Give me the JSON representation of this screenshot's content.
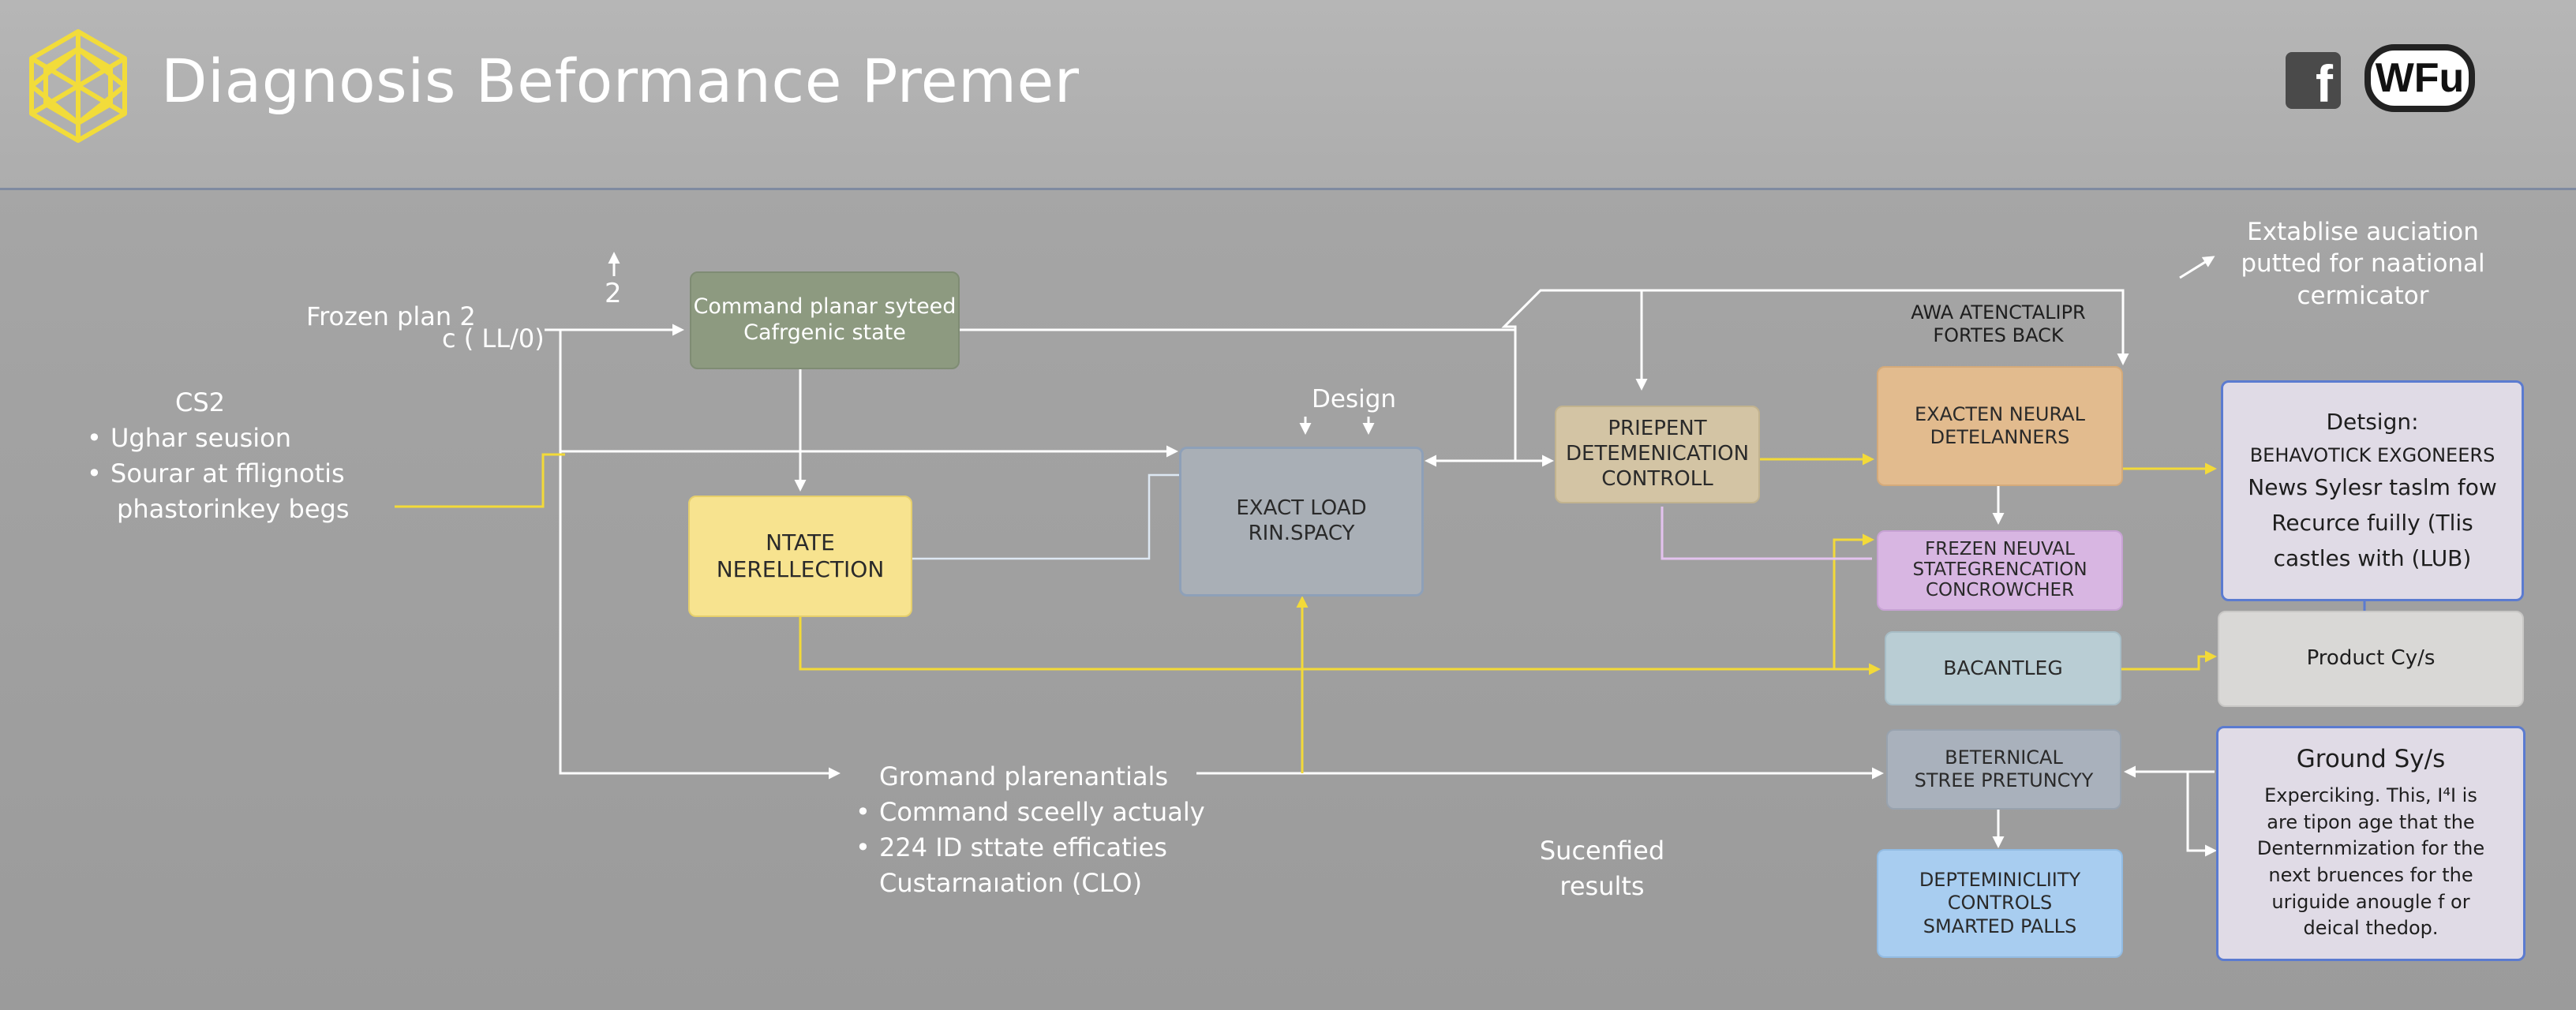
{
  "header": {
    "title": "Diagnosis Beformance Premer",
    "facebook_glyph": "f",
    "badge_text": "WFu"
  },
  "left_labels": {
    "frozen_plan": "Frozen plan 2",
    "frozen_sub": "c ( LL/0)",
    "arrow_number": "2",
    "cs2_title": "CS2",
    "cs2_items": [
      "Ughar seusion",
      "Sourar at fflignotis"
    ],
    "cs2_cont": "phastorinkey begs"
  },
  "boxes": {
    "command_planar": "Command planar syteed\nCafrgenic state",
    "ntate": "NTATE\nNERELLECTION",
    "exact_load": "EXACT LOAD\nRIN.SPACY",
    "priepent": "PRIEPENT\nDETEMENICATION\nCONTROLL",
    "exacten": "EXACTEN NEURAL\nDETELANNERS",
    "frezen": "FREZEN NEUVAL\nSTATEGRENCATION\nCONCROWCHER",
    "bacantleg": "BACANTLEG",
    "beternical": "BETERNICAL\nSTREE PRETUNCYY",
    "deptem": "DEPTEMINICLIITY\nCONTROLS\nSMARTED PALLS",
    "design_card_title": "Detsign:",
    "design_card_head": "BEHAVOTICK EXGONEERS",
    "design_card_body": "News Sylesr taslm fow\nRecurce fuilly (Tlis\ncastles with (LUB)",
    "product": "Product Cy/s",
    "ground_title": "Ground Sy/s",
    "ground_body": "Experciking. This, I⁴I is\nare tipon age that the\nDenternmization for the\nnext  bruences for the\nuriguide anougle f or\ndeical thedop."
  },
  "labels": {
    "design": "Design",
    "awa": "AWA ATENCTALIPR\nFORTES BACK",
    "extablise": "Extablise auciation\nputted for naational\ncermicator",
    "gromand_title": "Gromand plarenantials",
    "gromand_items": [
      "Command sceelly actualy",
      "224 ID sttate efficaties"
    ],
    "gromand_cont": "Custarnaıation (CLO)",
    "sucenfied": "Sucenfied\nresults"
  },
  "colors": {
    "header_bg": "#b3b3b3",
    "canvas_bg": "#a2a2a2",
    "logo_yellow": "#f2dc3a",
    "connector_white": "#ffffff",
    "connector_yellow": "#f3da38",
    "connector_purple": "#e3c2ee",
    "connector_blue": "#5b7bd0"
  },
  "icons": [
    "geodesic-logo-icon",
    "facebook-icon",
    "wfu-badge-icon",
    "arrow-up-icon",
    "diagonal-arrow-icon"
  ]
}
